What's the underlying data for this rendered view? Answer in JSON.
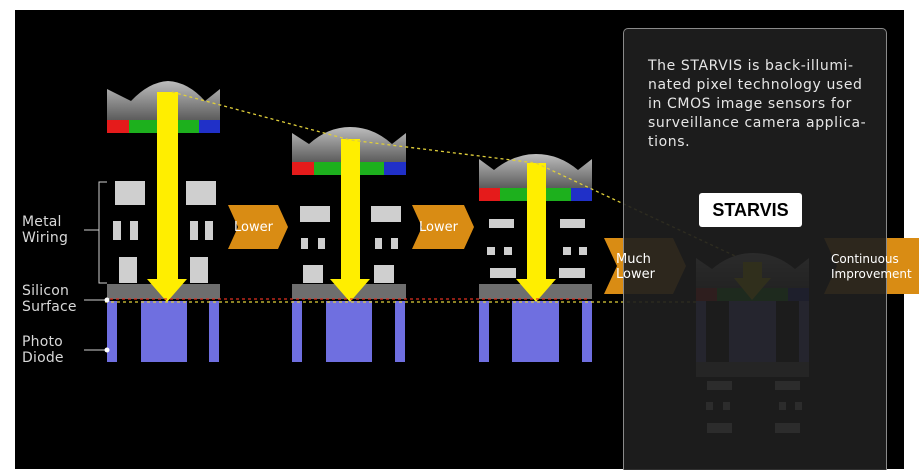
{
  "labels": {
    "metal_wiring": [
      "Metal",
      "Wiring"
    ],
    "silicon_surface": [
      "Silicon",
      "Surface"
    ],
    "photo_diode": [
      "Photo",
      "Diode"
    ]
  },
  "arrows": {
    "lower_1": "Lower",
    "lower_2": "Lower",
    "much_lower": [
      "Much",
      "Lower"
    ],
    "continuous": [
      "Continuous",
      "Improvement"
    ]
  },
  "info": {
    "description": [
      "The STARVIS is back-illumi-",
      "nated pixel technology used",
      "in CMOS image sensors for",
      "surveillance camera applica-",
      "tions."
    ],
    "badge": "STARVIS"
  },
  "colors": {
    "background": "#000000",
    "arrow_orange": "#d98c14",
    "light_arrow": "#ffee00",
    "photo_diode": "#6f6fe0",
    "filter_red": "#e51b1b",
    "filter_green": "#1db01d",
    "filter_blue": "#2030c8",
    "lens_gray": "#7a7a7a",
    "metal": "#d0d0d0"
  }
}
